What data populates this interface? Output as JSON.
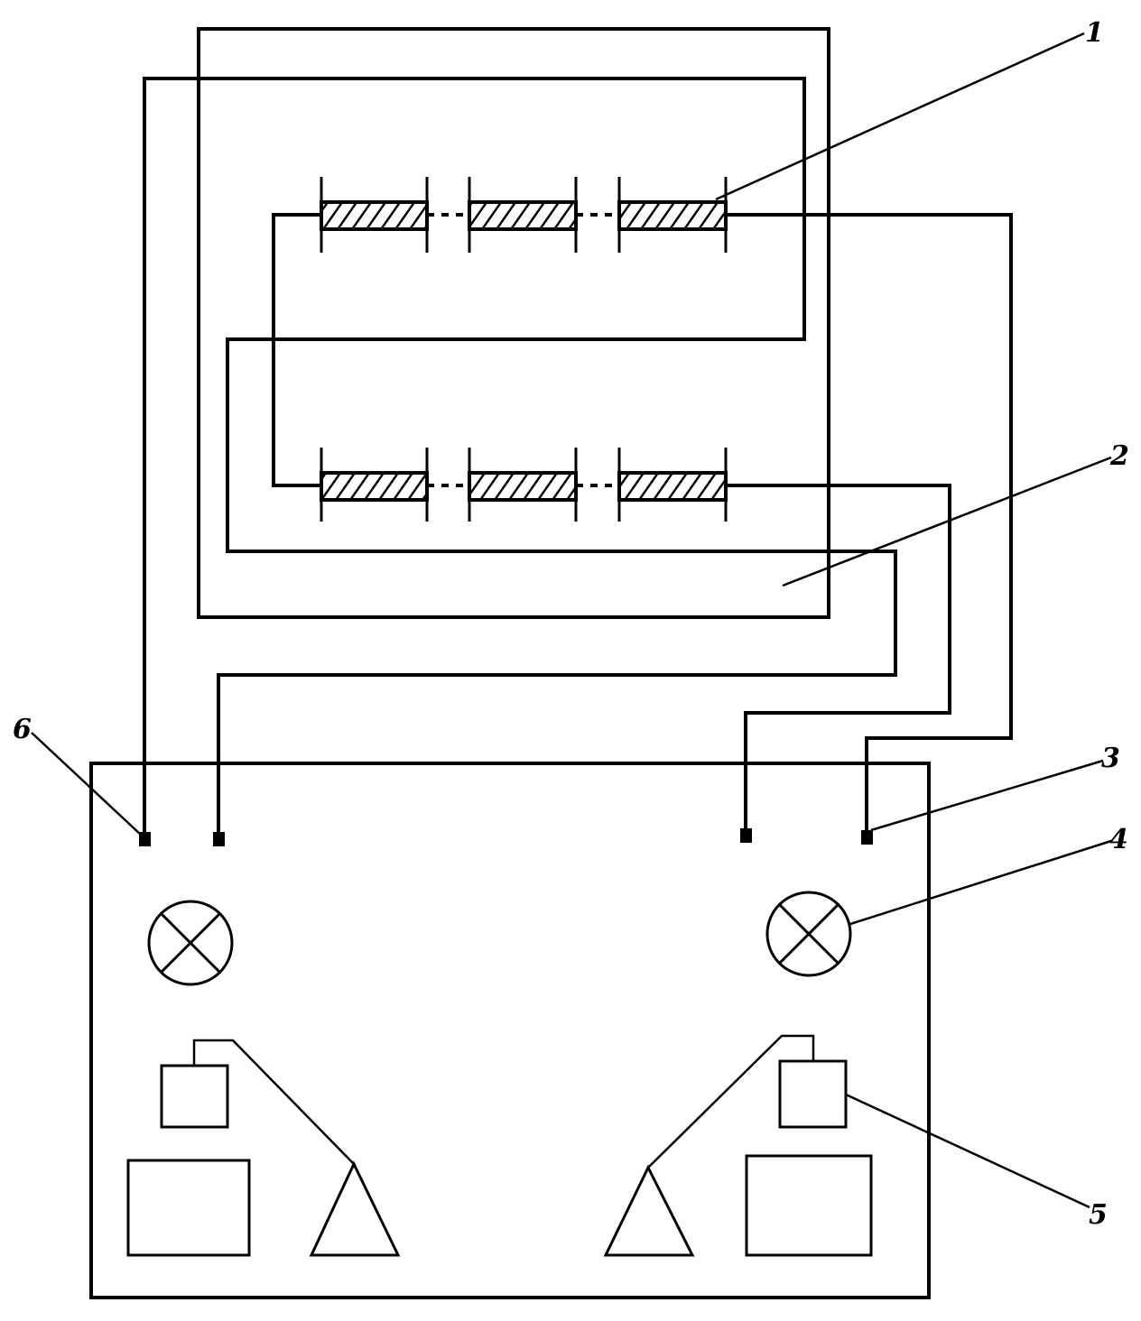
{
  "callouts": {
    "c1": "1",
    "c2": "2",
    "c3": "3",
    "c4": "4",
    "c5": "5",
    "c6": "6"
  },
  "colors": {
    "stroke": "#000000",
    "background": "#ffffff"
  }
}
